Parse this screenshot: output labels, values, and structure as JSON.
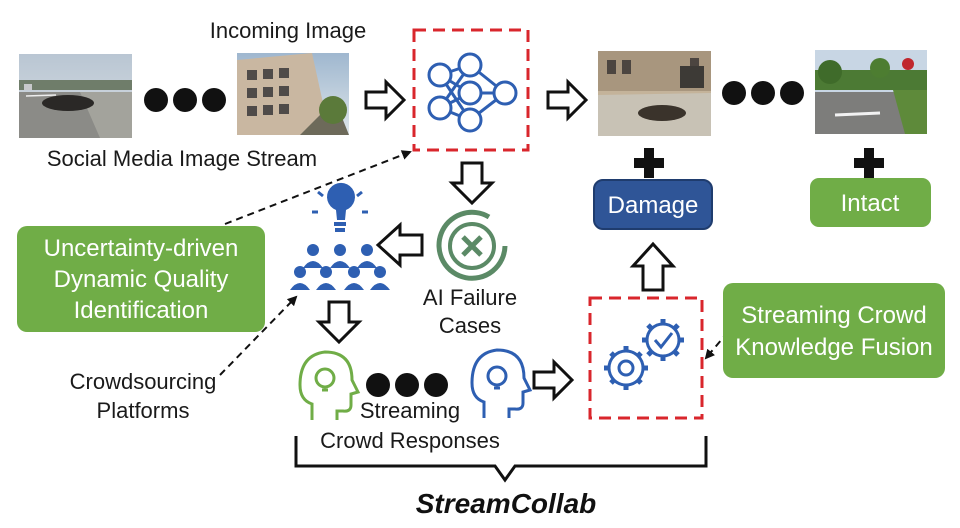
{
  "stream": {
    "incoming_label": "Incoming Image",
    "stream_label": "Social Media Image Stream"
  },
  "failure": {
    "line1": "AI Failure",
    "line2": "Cases"
  },
  "uncertainty_box": {
    "line1": "Uncertainty-driven",
    "line2": "Dynamic Quality",
    "line3": "Identification"
  },
  "platforms": {
    "line1": "Crowdsourcing",
    "line2": "Platforms"
  },
  "responses": {
    "line1": "Streaming",
    "line2": "Crowd Responses"
  },
  "fusion_box": {
    "line1": "Streaming Crowd",
    "line2": "Knowledge Fusion"
  },
  "outputs": {
    "damage": "Damage",
    "intact": "Intact"
  },
  "title": "StreamCollab",
  "colors": {
    "green": "#70ad47",
    "blue_box": "#2f5597",
    "icon_blue": "#2e5fb2",
    "red_dash": "#d9262c",
    "failure_green": "#5b8a66"
  }
}
